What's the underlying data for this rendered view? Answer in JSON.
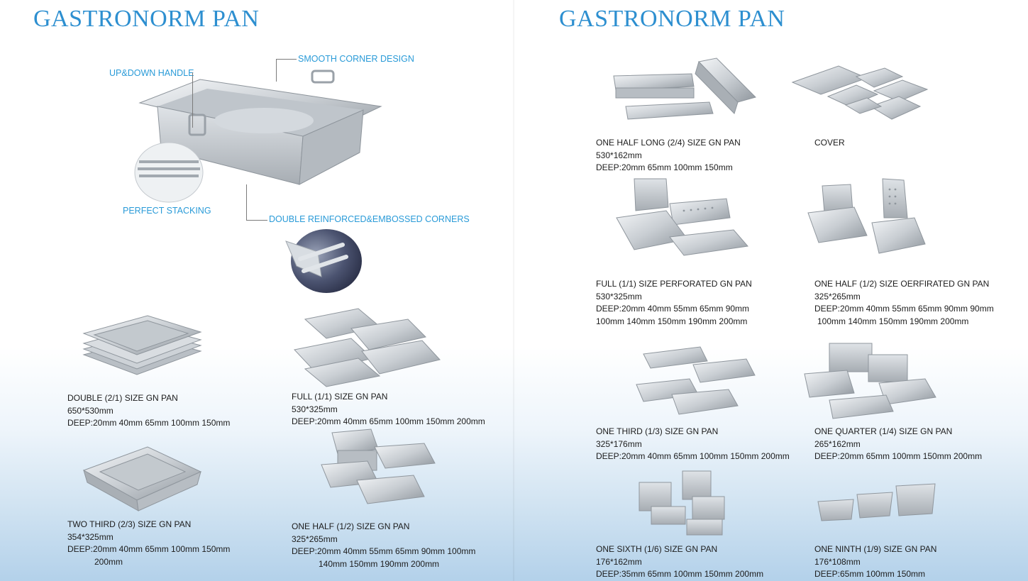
{
  "left": {
    "title": "GASTRONORM PAN",
    "callouts": {
      "handle": "UP&DOWN HANDLE",
      "corner": "SMOOTH CORNER DESIGN",
      "stacking": "PERFECT STACKING",
      "reinforced": "DOUBLE REINFORCED&EMBOSSED CORNERS"
    },
    "items": [
      {
        "name": "DOUBLE (2/1) SIZE GN PAN",
        "size": "650*530mm",
        "deep": [
          "DEEP:20mm 40mm 65mm 100mm 150mm"
        ]
      },
      {
        "name": "FULL (1/1) SIZE GN PAN",
        "size": "530*325mm",
        "deep": [
          "DEEP:20mm 40mm 65mm 100mm 150mm 200mm"
        ]
      },
      {
        "name": "TWO THIRD (2/3) SIZE GN PAN",
        "size": "354*325mm",
        "deep": [
          "DEEP:20mm 40mm 65mm 100mm 150mm",
          "200mm"
        ]
      },
      {
        "name": "ONE HALF (1/2) SIZE GN PAN",
        "size": "325*265mm",
        "deep": [
          "DEEP:20mm 40mm 55mm 65mm 90mm 100mm",
          "140mm 150mm 190mm 200mm"
        ]
      }
    ]
  },
  "right": {
    "title": "GASTRONORM PAN",
    "items": [
      {
        "name": "ONE HALF LONG (2/4) SIZE GN PAN",
        "size": "530*162mm",
        "deep": [
          "DEEP:20mm 65mm 100mm 150mm"
        ]
      },
      {
        "name": "COVER"
      },
      {
        "name": "FULL (1/1) SIZE PERFORATED GN PAN",
        "size": "530*325mm",
        "deep": [
          "DEEP:20mm 40mm 55mm 65mm 90mm",
          "100mm 140mm 150mm 190mm 200mm"
        ]
      },
      {
        "name": "ONE HALF (1/2) SIZE OERFIRATED GN PAN",
        "size": "325*265mm",
        "deep": [
          "DEEP:20mm 40mm 55mm 65mm 90mm 90mm",
          "100mm 140mm 150mm 190mm 200mm"
        ]
      },
      {
        "name": "ONE THIRD (1/3) SIZE GN PAN",
        "size": "325*176mm",
        "deep": [
          "DEEP:20mm 40mm 65mm 100mm 150mm 200mm"
        ]
      },
      {
        "name": "ONE QUARTER (1/4) SIZE GN PAN",
        "size": "265*162mm",
        "deep": [
          "DEEP:20mm 65mm 100mm 150mm 200mm"
        ]
      },
      {
        "name": "ONE SIXTH (1/6) SIZE GN PAN",
        "size": "176*162mm",
        "deep": [
          "DEEP:35mm 65mm 100mm 150mm 200mm"
        ]
      },
      {
        "name": "ONE NINTH (1/9) SIZE GN PAN",
        "size": "176*108mm",
        "deep": [
          "DEEP:65mm 100mm 150mm"
        ]
      }
    ]
  },
  "colors": {
    "title": "#2d8fd0",
    "callout": "#2a9bd8",
    "steel_light": "#e9ecef",
    "steel_dark": "#9aa1a8"
  }
}
